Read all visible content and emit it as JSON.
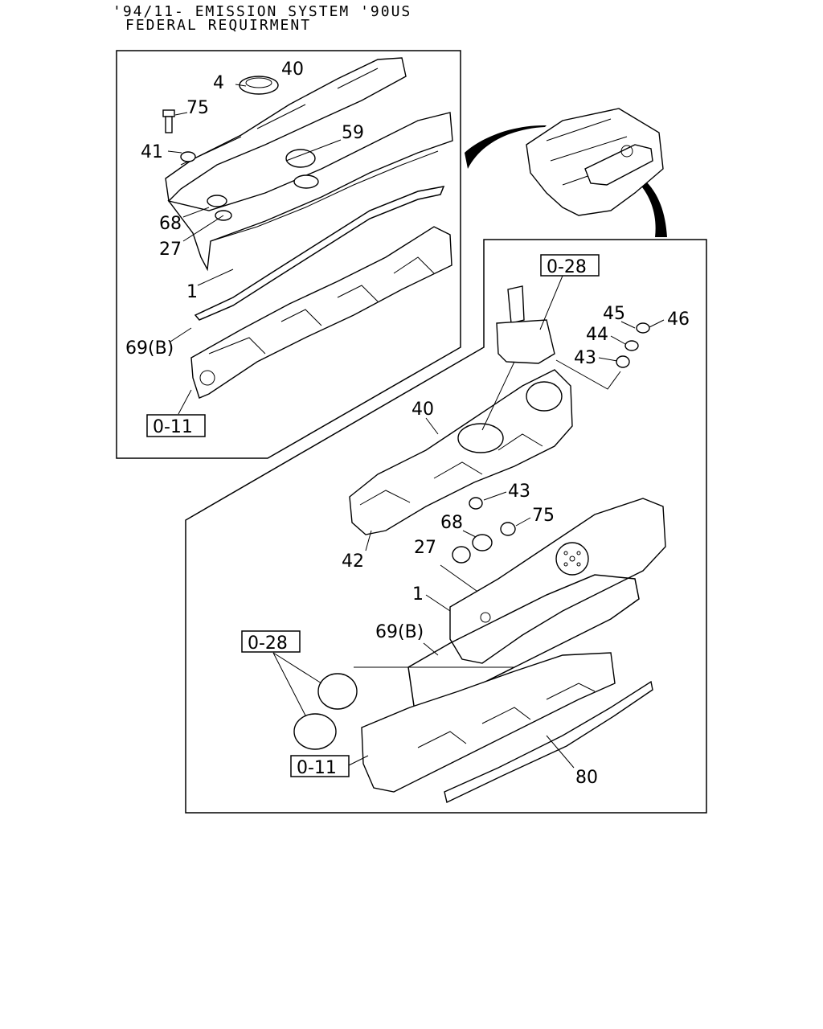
{
  "header": {
    "line1": "'94/11- EMISSION SYSTEM '90US",
    "line2": "FEDERAL REQUIRMENT"
  },
  "callouts": {
    "top_panel": {
      "p40": "40",
      "p4": "4",
      "p75": "75",
      "p41": "41",
      "p59": "59",
      "p68": "68",
      "p27": "27",
      "p1": "1",
      "p69b": "69(B)",
      "ref011": "0-11"
    },
    "bottom_panel": {
      "ref028a": "0-28",
      "p45": "45",
      "p46": "46",
      "p44": "44",
      "p43a": "43",
      "p40": "40",
      "p43b": "43",
      "p68": "68",
      "p75": "75",
      "p27": "27",
      "p42": "42",
      "p1": "1",
      "p69b": "69(B)",
      "ref028b": "0-28",
      "ref011": "0-11",
      "p80": "80"
    }
  }
}
